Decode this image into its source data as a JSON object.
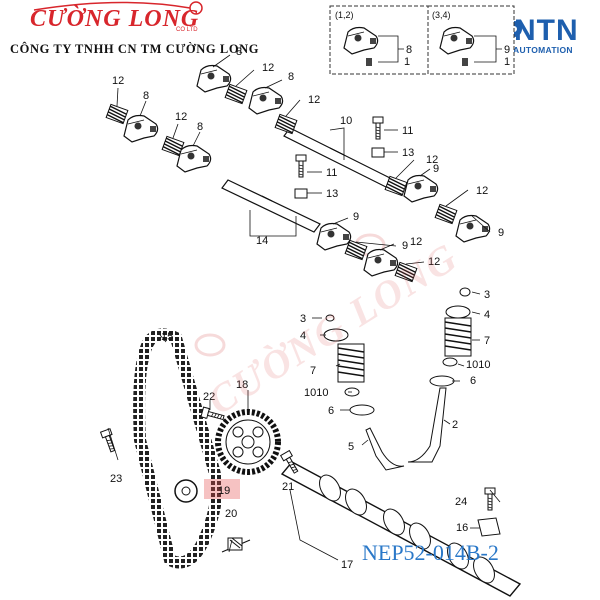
{
  "header": {
    "brand": "CƯỜNG LONG",
    "brand_sub": "CO LTD",
    "company": "CÔNG TY TNHH CN TM CƯỜNG LONG",
    "partner": "NTN",
    "partner_sub": "AUTOMATION"
  },
  "watermark": "CƯỜNG LONG",
  "insets": [
    {
      "label": "(1,2)"
    },
    {
      "label": "(3,4)"
    }
  ],
  "callouts": {
    "inset_a_8": "8",
    "inset_a_1": "1",
    "inset_b_9": "9",
    "inset_b_1": "1",
    "ra8a": "8",
    "ra8b": "8",
    "ra8c": "8",
    "ra8d": "8",
    "sp12a": "12",
    "sp12b": "12",
    "sp12c": "12",
    "sp12d": "12",
    "sp12e": "12",
    "sp12f": "12",
    "sp12g": "12",
    "sp12h": "12",
    "ra9a": "9",
    "ra9b": "9",
    "ra9c": "9",
    "ra9d": "9",
    "shaft10": "10",
    "bolt11a": "11",
    "bolt11b": "11",
    "clip13a": "13",
    "clip13b": "13",
    "shaft14": "14",
    "belt15": "15",
    "cover16": "16",
    "camshaft17": "17",
    "gear18": "18",
    "tensioner19": "19",
    "spring20": "20",
    "key21": "21",
    "bolt22": "22",
    "bolt23": "23",
    "bolt24": "24",
    "keeper3a": "3",
    "keeper3b": "3",
    "retainer4a": "4",
    "retainer4b": "4",
    "valve5": "5",
    "valve2": "2",
    "seat6a": "6",
    "seat6b": "6",
    "spring7a": "7",
    "spring7b": "7",
    "seal1010a": "1010",
    "seal1010b": "1010"
  },
  "part_code": "NEP52-014B-2"
}
